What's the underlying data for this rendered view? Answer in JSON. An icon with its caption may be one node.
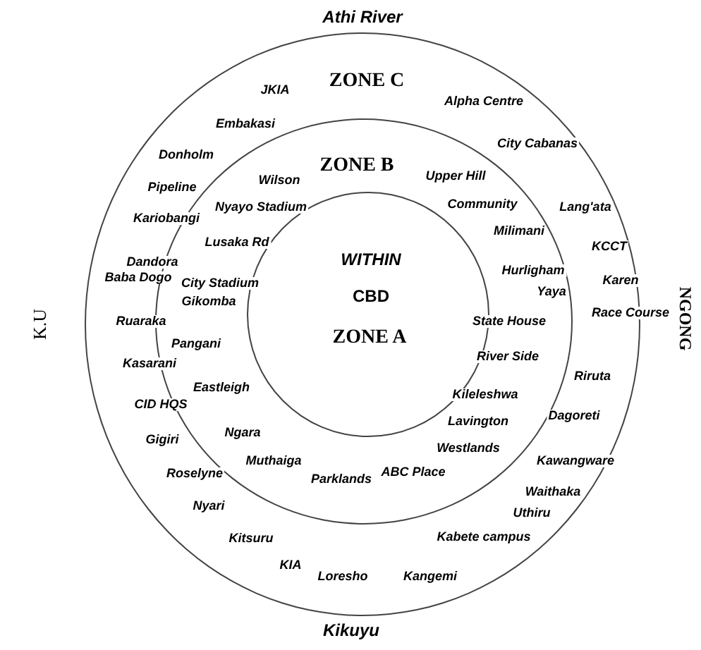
{
  "diagram": {
    "nodes": [
      {
        "text": [
          "ZONE C"
        ]
      },
      {
        "text": [
          "ZONE B"
        ],
        "in": 0
      },
      {
        "text": [
          "WITHIN",
          "CBD",
          "ZONE A"
        ],
        "in": 1
      }
    ],
    "labels": [
      "Athi River",
      "JKIA",
      "Alpha Centre",
      "Embakasi",
      "City Cabanas",
      "Donholm",
      "Wilson",
      "Upper Hill",
      "Pipeline",
      "Nyayo Stadium",
      "Community",
      "Lang'ata",
      "Kariobangi",
      "Milimani",
      "Lusaka Rd",
      "KCCT",
      "Dandora",
      "Hurligham",
      "Baba Dogo",
      "City Stadium",
      "Karen",
      "Yaya",
      "Gikomba",
      "State House",
      "Race Course",
      "K.U",
      "NGONG",
      "Ruaraka",
      "Pangani",
      "River Side",
      "Kasarani",
      "Riruta",
      "Eastleigh",
      "Kileleshwa",
      "CID HQS",
      "Lavington",
      "Dagoreti",
      "Gigiri",
      "Ngara",
      "Westlands",
      "Muthaiga",
      "Kawangware",
      "Roselyne",
      "ABC Place",
      "Parklands",
      "Waithaka",
      "Nyari",
      "Uthiru",
      "Kitsuru",
      "Kabete campus",
      "KIA",
      "Loresho",
      "Kangemi",
      "Kikuyu"
    ]
  }
}
